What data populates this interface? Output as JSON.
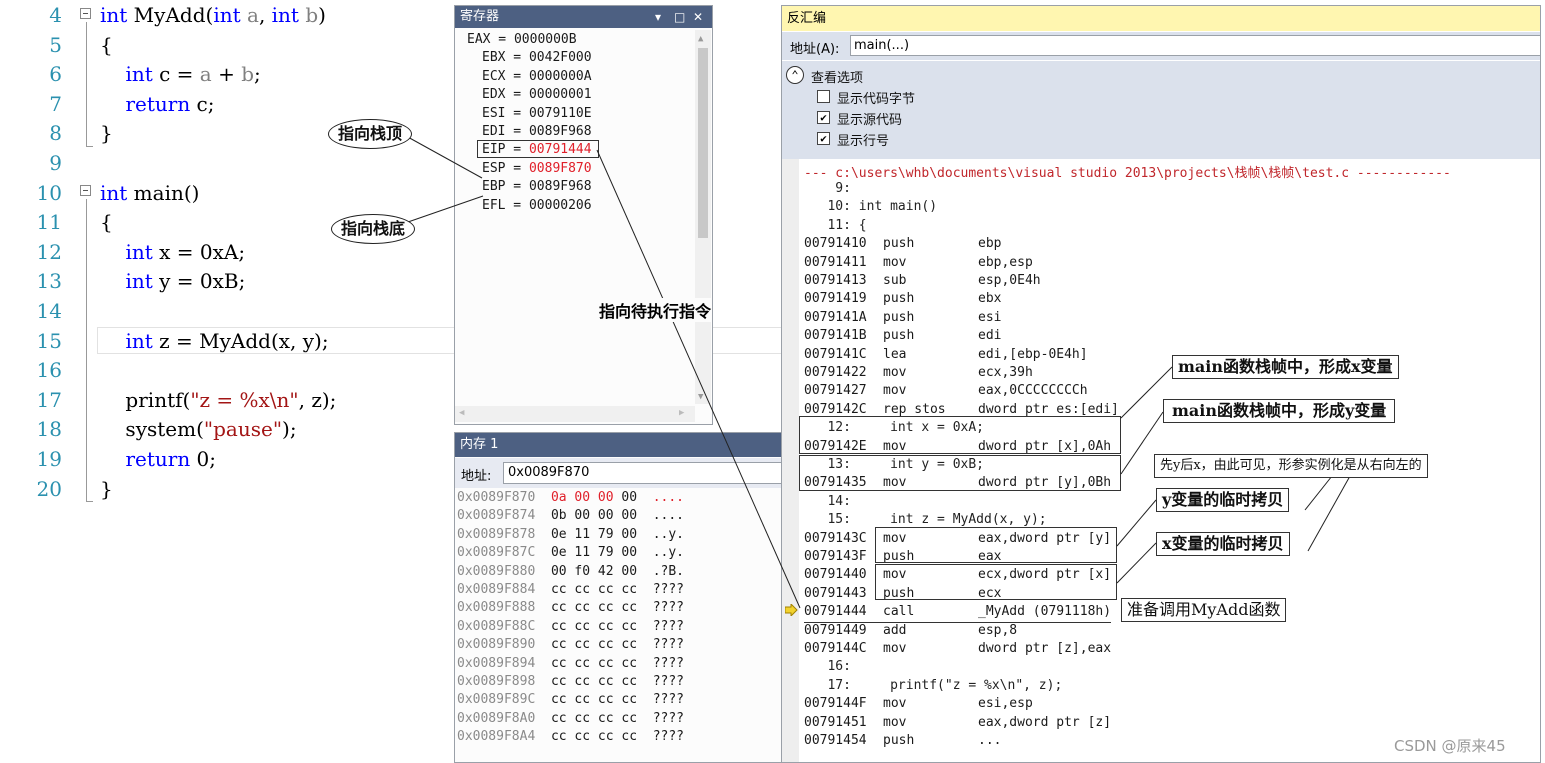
{
  "editor": {
    "lines": [
      {
        "num": "4",
        "parts": [
          {
            "t": "int",
            "c": "kw"
          },
          {
            "t": " MyAdd("
          },
          {
            "t": "int",
            "c": "kw"
          },
          {
            "t": " a",
            "c": "prm"
          },
          {
            "t": ", "
          },
          {
            "t": "int",
            "c": "kw"
          },
          {
            "t": " b",
            "c": "prm"
          },
          {
            "t": ")"
          }
        ]
      },
      {
        "num": "5",
        "parts": [
          {
            "t": "{"
          }
        ]
      },
      {
        "num": "6",
        "parts": [
          {
            "t": "    "
          },
          {
            "t": "int",
            "c": "kw"
          },
          {
            "t": " c = "
          },
          {
            "t": "a",
            "c": "prm"
          },
          {
            "t": " + "
          },
          {
            "t": "b",
            "c": "prm"
          },
          {
            "t": ";"
          }
        ]
      },
      {
        "num": "7",
        "parts": [
          {
            "t": "    "
          },
          {
            "t": "return",
            "c": "kw"
          },
          {
            "t": " c;"
          }
        ]
      },
      {
        "num": "8",
        "parts": [
          {
            "t": "}"
          }
        ]
      },
      {
        "num": "9",
        "parts": []
      },
      {
        "num": "10",
        "parts": [
          {
            "t": "int",
            "c": "kw"
          },
          {
            "t": " main()"
          }
        ]
      },
      {
        "num": "11",
        "parts": [
          {
            "t": "{"
          }
        ]
      },
      {
        "num": "12",
        "parts": [
          {
            "t": "    "
          },
          {
            "t": "int",
            "c": "kw"
          },
          {
            "t": " x = 0xA;"
          }
        ]
      },
      {
        "num": "13",
        "parts": [
          {
            "t": "    "
          },
          {
            "t": "int",
            "c": "kw"
          },
          {
            "t": " y = 0xB;"
          }
        ]
      },
      {
        "num": "14",
        "parts": []
      },
      {
        "num": "15",
        "parts": [
          {
            "t": "    "
          },
          {
            "t": "int",
            "c": "kw"
          },
          {
            "t": " z = MyAdd(x, y);"
          }
        ]
      },
      {
        "num": "16",
        "parts": []
      },
      {
        "num": "17",
        "parts": [
          {
            "t": "    printf("
          },
          {
            "t": "\"z = %x\\n\"",
            "c": "str"
          },
          {
            "t": ", z);"
          }
        ]
      },
      {
        "num": "18",
        "parts": [
          {
            "t": "    system("
          },
          {
            "t": "\"pause\"",
            "c": "str"
          },
          {
            "t": ");"
          }
        ]
      },
      {
        "num": "19",
        "parts": [
          {
            "t": "    "
          },
          {
            "t": "return",
            "c": "kw"
          },
          {
            "t": " 0;"
          }
        ]
      },
      {
        "num": "20",
        "parts": [
          {
            "t": "}"
          }
        ]
      }
    ]
  },
  "registers": {
    "title": "寄存器",
    "lines": [
      {
        "text": "EAX = 0000000B",
        "red": false
      },
      {
        "text": "EBX = 0042F000",
        "red": false
      },
      {
        "text": "ECX = 0000000A",
        "red": false
      },
      {
        "text": "EDX = 00000001",
        "red": false
      },
      {
        "text": "ESI = 0079110E",
        "red": false
      },
      {
        "text": "EDI = 0089F968",
        "red": false
      },
      {
        "name": "EIP = ",
        "value": "00791444",
        "red": true
      },
      {
        "name": "ESP = ",
        "value": "0089F870",
        "red": true
      },
      {
        "text": "EBP = 0089F968",
        "red": false
      },
      {
        "text": "EFL = 00000206",
        "red": false
      }
    ]
  },
  "memory": {
    "title": "内存 1",
    "address_label": "地址:",
    "address_value": "0x0089F870",
    "rows": [
      {
        "addr": "0x0089F870",
        "bytes": [
          {
            "b": "0a",
            "red": true
          },
          {
            "b": "00",
            "red": true
          },
          {
            "b": "00",
            "red": true
          },
          {
            "b": "00",
            "red": false
          }
        ],
        "ascii": "....",
        "ascii_red": true
      },
      {
        "addr": "0x0089F874",
        "bytes": [
          {
            "b": "0b"
          },
          {
            "b": "00"
          },
          {
            "b": "00"
          },
          {
            "b": "00"
          }
        ],
        "ascii": "...."
      },
      {
        "addr": "0x0089F878",
        "bytes": [
          {
            "b": "0e"
          },
          {
            "b": "11"
          },
          {
            "b": "79"
          },
          {
            "b": "00"
          }
        ],
        "ascii": "..y."
      },
      {
        "addr": "0x0089F87C",
        "bytes": [
          {
            "b": "0e"
          },
          {
            "b": "11"
          },
          {
            "b": "79"
          },
          {
            "b": "00"
          }
        ],
        "ascii": "..y."
      },
      {
        "addr": "0x0089F880",
        "bytes": [
          {
            "b": "00"
          },
          {
            "b": "f0"
          },
          {
            "b": "42"
          },
          {
            "b": "00"
          }
        ],
        "ascii": ".?B."
      },
      {
        "addr": "0x0089F884",
        "bytes": [
          {
            "b": "cc"
          },
          {
            "b": "cc"
          },
          {
            "b": "cc"
          },
          {
            "b": "cc"
          }
        ],
        "ascii": "????"
      },
      {
        "addr": "0x0089F888",
        "bytes": [
          {
            "b": "cc"
          },
          {
            "b": "cc"
          },
          {
            "b": "cc"
          },
          {
            "b": "cc"
          }
        ],
        "ascii": "????"
      },
      {
        "addr": "0x0089F88C",
        "bytes": [
          {
            "b": "cc"
          },
          {
            "b": "cc"
          },
          {
            "b": "cc"
          },
          {
            "b": "cc"
          }
        ],
        "ascii": "????"
      },
      {
        "addr": "0x0089F890",
        "bytes": [
          {
            "b": "cc"
          },
          {
            "b": "cc"
          },
          {
            "b": "cc"
          },
          {
            "b": "cc"
          }
        ],
        "ascii": "????"
      },
      {
        "addr": "0x0089F894",
        "bytes": [
          {
            "b": "cc"
          },
          {
            "b": "cc"
          },
          {
            "b": "cc"
          },
          {
            "b": "cc"
          }
        ],
        "ascii": "????"
      },
      {
        "addr": "0x0089F898",
        "bytes": [
          {
            "b": "cc"
          },
          {
            "b": "cc"
          },
          {
            "b": "cc"
          },
          {
            "b": "cc"
          }
        ],
        "ascii": "????"
      },
      {
        "addr": "0x0089F89C",
        "bytes": [
          {
            "b": "cc"
          },
          {
            "b": "cc"
          },
          {
            "b": "cc"
          },
          {
            "b": "cc"
          }
        ],
        "ascii": "????"
      },
      {
        "addr": "0x0089F8A0",
        "bytes": [
          {
            "b": "cc"
          },
          {
            "b": "cc"
          },
          {
            "b": "cc"
          },
          {
            "b": "cc"
          }
        ],
        "ascii": "????"
      },
      {
        "addr": "0x0089F8A4",
        "bytes": [
          {
            "b": "cc"
          },
          {
            "b": "cc"
          },
          {
            "b": "cc"
          },
          {
            "b": "cc"
          }
        ],
        "ascii": "????"
      }
    ]
  },
  "disassembly": {
    "title": "反汇编",
    "address_label": "地址(A):",
    "address_value": "main(...)",
    "view_options_label": "查看选项",
    "options": [
      {
        "label": "显示代码字节",
        "checked": false
      },
      {
        "label": "显示源代码",
        "checked": true
      },
      {
        "label": "显示行号",
        "checked": true
      }
    ],
    "header": "--- c:\\users\\whb\\documents\\visual studio 2013\\projects\\栈帧\\栈帧\\test.c ------------",
    "lines": [
      {
        "src": "    9: "
      },
      {
        "src": "   10: int main()"
      },
      {
        "src": "   11: {"
      },
      {
        "addr": "00791410",
        "op": "push",
        "arg": "ebp"
      },
      {
        "addr": "00791411",
        "op": "mov",
        "arg": "ebp,esp"
      },
      {
        "addr": "00791413",
        "op": "sub",
        "arg": "esp,0E4h"
      },
      {
        "addr": "00791419",
        "op": "push",
        "arg": "ebx"
      },
      {
        "addr": "0079141A",
        "op": "push",
        "arg": "esi"
      },
      {
        "addr": "0079141B",
        "op": "push",
        "arg": "edi"
      },
      {
        "addr": "0079141C",
        "op": "lea",
        "arg": "edi,[ebp-0E4h]"
      },
      {
        "addr": "00791422",
        "op": "mov",
        "arg": "ecx,39h"
      },
      {
        "addr": "00791427",
        "op": "mov",
        "arg": "eax,0CCCCCCCCh"
      },
      {
        "addr": "0079142C",
        "op": "rep stos",
        "arg": "dword ptr es:[edi]"
      },
      {
        "src": "   12:     int x = 0xA;"
      },
      {
        "addr": "0079142E",
        "op": "mov",
        "arg": "dword ptr [x],0Ah"
      },
      {
        "src": "   13:     int y = 0xB;"
      },
      {
        "addr": "00791435",
        "op": "mov",
        "arg": "dword ptr [y],0Bh"
      },
      {
        "src": "   14: "
      },
      {
        "src": "   15:     int z = MyAdd(x, y);"
      },
      {
        "addr": "0079143C",
        "op": "mov",
        "arg": "eax,dword ptr [y]"
      },
      {
        "addr": "0079143F",
        "op": "push",
        "arg": "eax"
      },
      {
        "addr": "00791440",
        "op": "mov",
        "arg": "ecx,dword ptr [x]"
      },
      {
        "addr": "00791443",
        "op": "push",
        "arg": "ecx"
      },
      {
        "addr": "00791444",
        "op": "call",
        "arg": "_MyAdd (0791118h)",
        "current": true
      },
      {
        "addr": "00791449",
        "op": "add",
        "arg": "esp,8"
      },
      {
        "addr": "0079144C",
        "op": "mov",
        "arg": "dword ptr [z],eax"
      },
      {
        "src": "   16: "
      },
      {
        "src": "   17:     printf(\"z = %x\\n\", z);"
      },
      {
        "addr": "0079144F",
        "op": "mov",
        "arg": "esi,esp"
      },
      {
        "addr": "00791451",
        "op": "mov",
        "arg": "eax,dword ptr [z]"
      },
      {
        "addr": "00791454",
        "op": "push",
        "arg": "..."
      }
    ]
  },
  "annotations": {
    "stack_top": "指向栈顶",
    "stack_bottom": "指向栈底",
    "next_instruction": "指向待执行指令",
    "main_frame_x": "main函数栈帧中，形成x变量",
    "main_frame_y": "main函数栈帧中，形成y变量",
    "param_order": "先y后x，由此可见，形参实例化是从右向左的",
    "y_copy": "y变量的临时拷贝",
    "x_copy": "x变量的临时拷贝",
    "prepare_call": "准备调用MyAdd函数"
  },
  "watermark": "CSDN @原来45"
}
